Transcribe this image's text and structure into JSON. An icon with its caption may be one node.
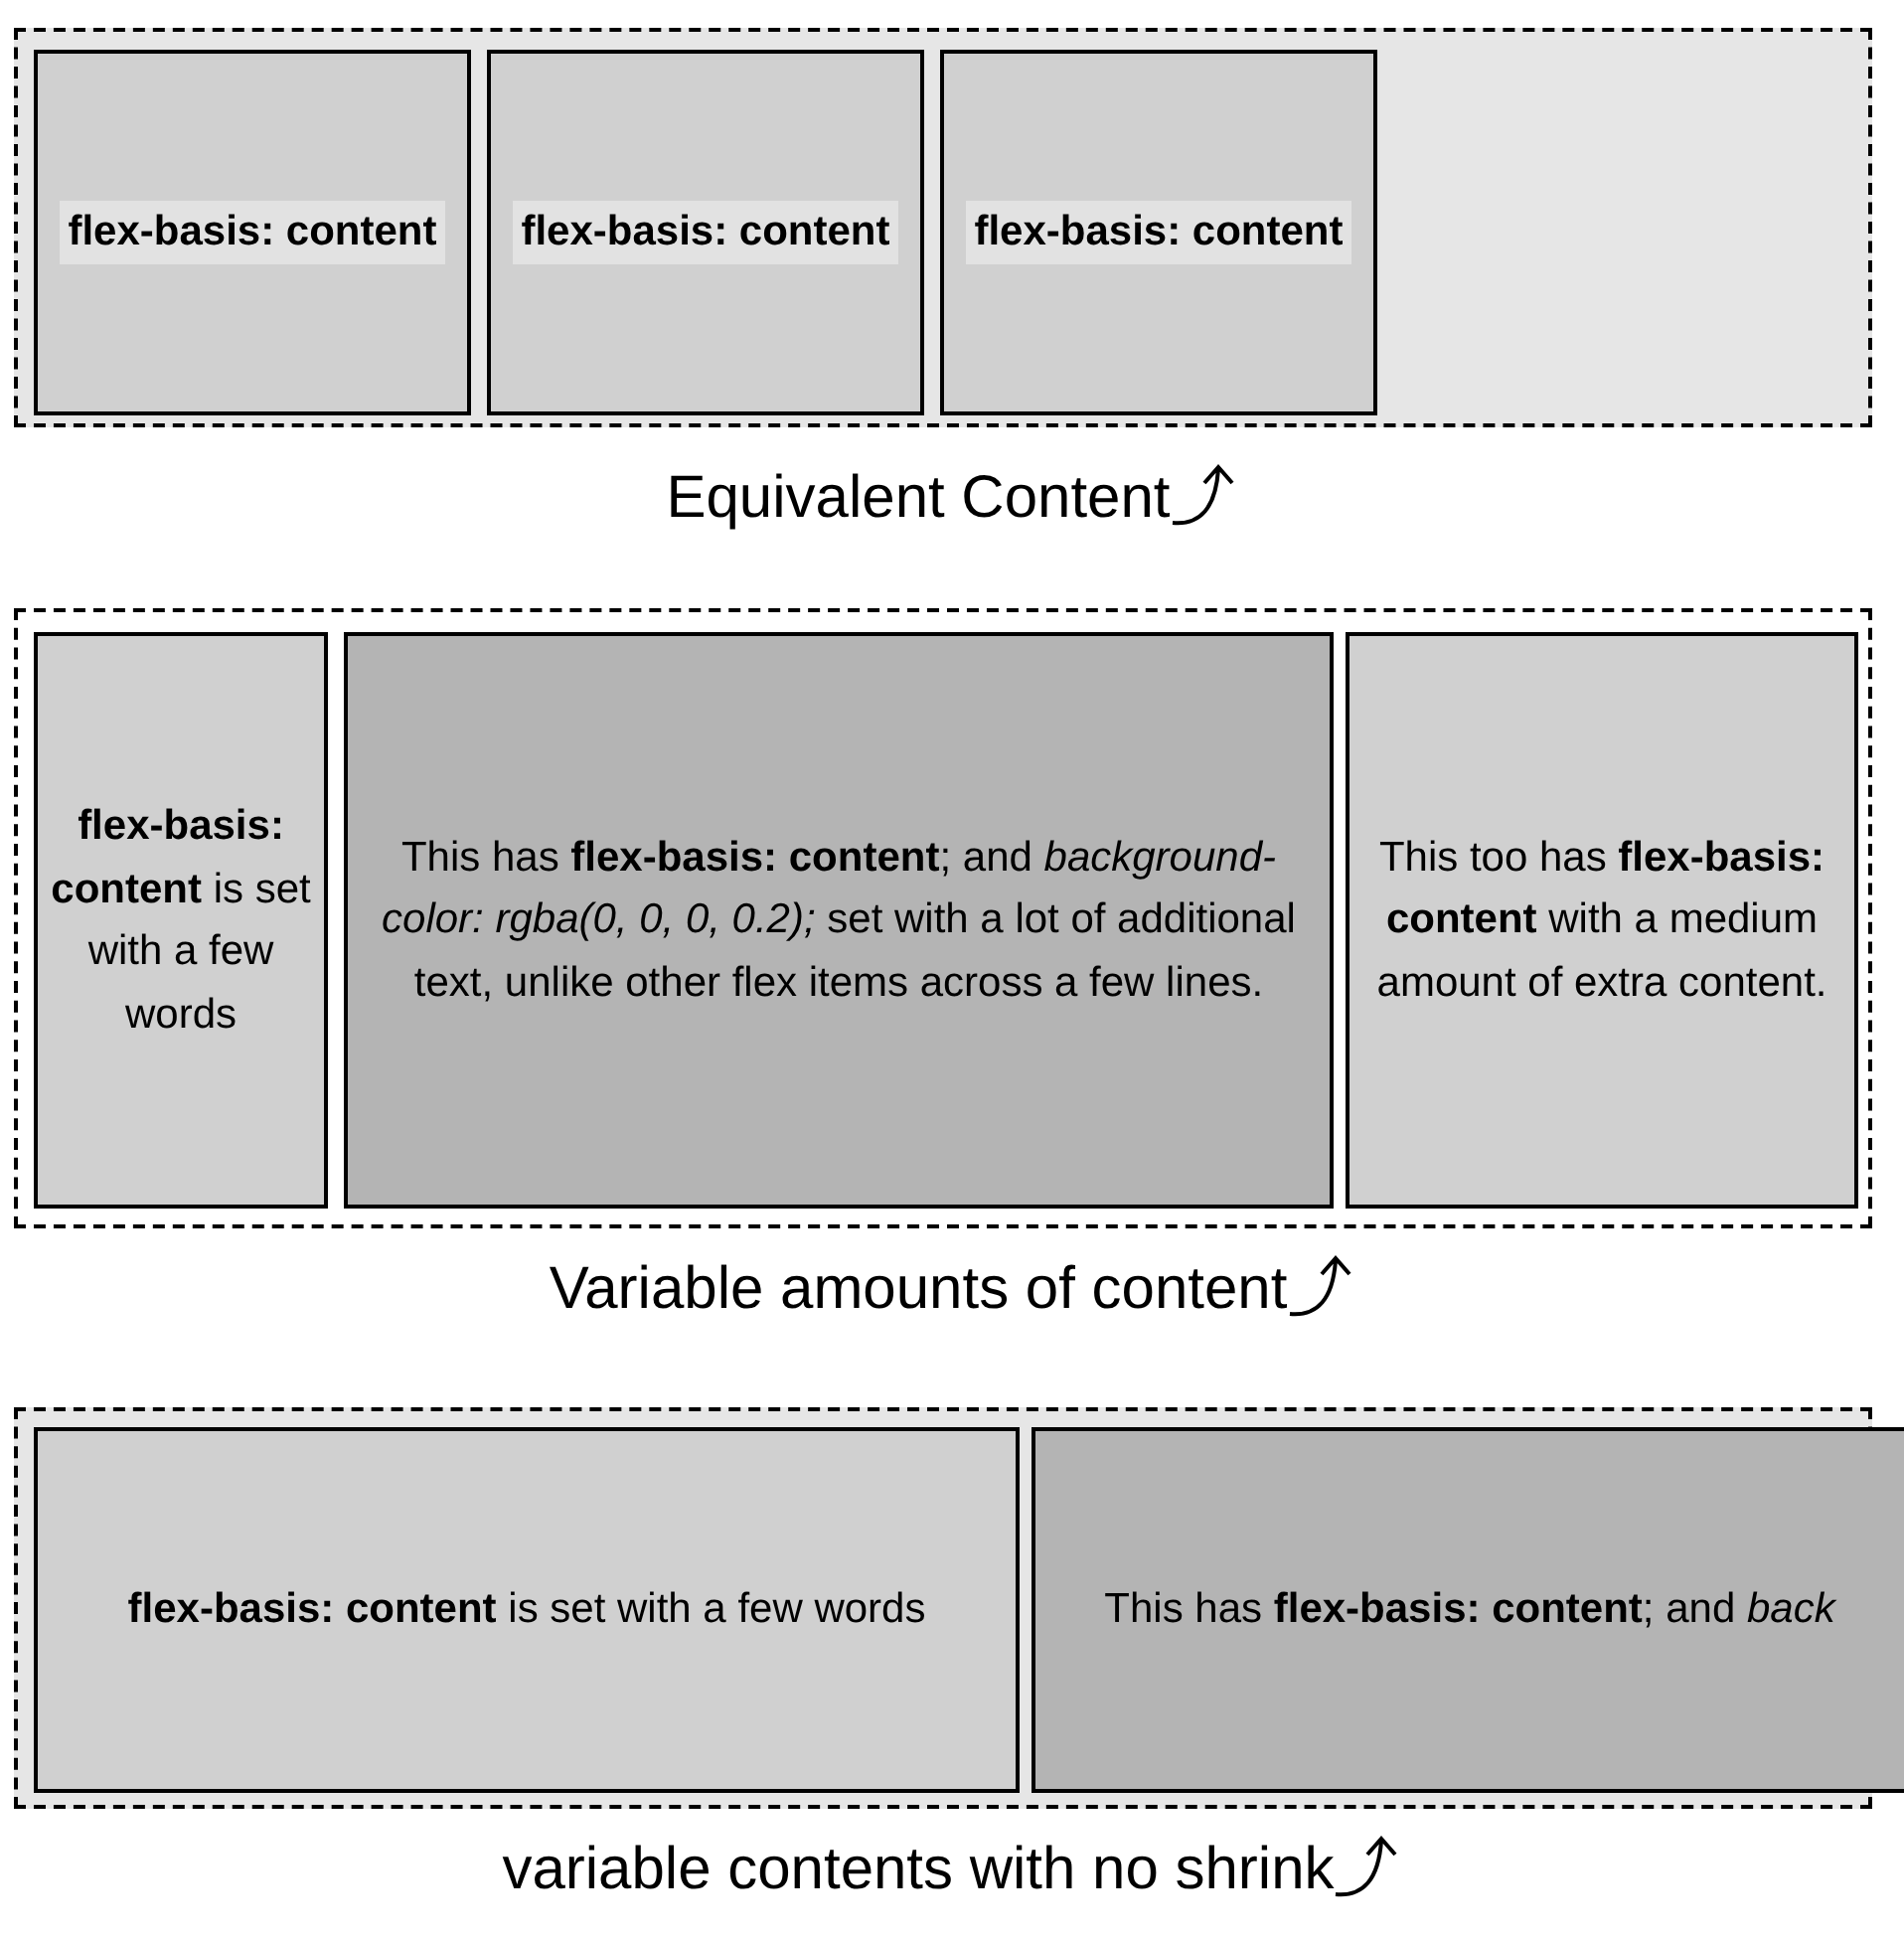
{
  "diagram": {
    "nodes": [
      {
        "text": [],
        "shape": "box",
        "beside": [
          "Equivalent Content"
        ]
      },
      {
        "text": [
          "flex-basis: content"
        ],
        "in": 0
      },
      {
        "text": [
          "flex-basis: content"
        ],
        "in": 0
      },
      {
        "text": [
          "flex-basis: content"
        ],
        "in": 0
      },
      {
        "text": [],
        "shape": "box",
        "beside": [
          "Variable amounts of content"
        ]
      },
      {
        "text": [
          "**flex-basis: content** is set with a few words"
        ],
        "in": 4
      },
      {
        "text": [
          "This has **flex-basis: content**; and *background-color: rgba(0, 0, 0, 0.2);* set with a lot of additional text, unlike other flex items across a few lines."
        ],
        "in": 4
      },
      {
        "text": [
          "This too has **flex-basis: content** with a medium amount of extra content."
        ],
        "in": 4
      },
      {
        "text": [],
        "shape": "box",
        "beside": [
          "variable contents with no shrink"
        ]
      },
      {
        "text": [
          "**flex-basis: content** is set with a few words"
        ],
        "in": 8
      },
      {
        "text": [
          "This has **flex-basis: content**; and *back*"
        ],
        "in": 8
      }
    ],
    "edges": []
  }
}
